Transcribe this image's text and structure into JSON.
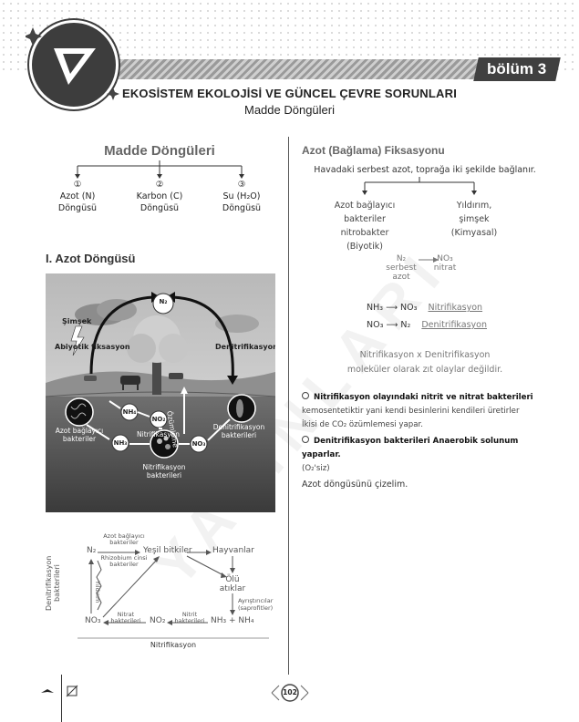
{
  "header": {
    "section_badge": "bölüm 3",
    "title": "EKOSİSTEM EKOLOJİSİ VE GÜNCEL ÇEVRE SORUNLARI",
    "subtitle": "Madde Döngüleri"
  },
  "left": {
    "heading": "Madde Döngüleri",
    "cycles": [
      {
        "num": "①",
        "line1": "Azot (N)",
        "line2": "Döngüsü"
      },
      {
        "num": "②",
        "line1": "Karbon (C)",
        "line2": "Döngüsü"
      },
      {
        "num": "③",
        "line1": "Su (H₂O)",
        "line2": "Döngüsü"
      }
    ],
    "section_title": "I.  Azot Döngüsü",
    "illustration": {
      "n2": "N₂",
      "lightning": "Şimşek",
      "abiotic": "Abiyotik fiksasyon",
      "denitrification": "Denitrifikasyon",
      "assimilation": "Özümleme",
      "nh4": "NH₄",
      "no2": "NO₂",
      "nh3": "NH₃",
      "no3": "NO₃",
      "fixing_bacteria": "Azot bağlayıcı bakteriler",
      "nitrification": "Nitrifikasyon",
      "denit_bacteria": "Denitrifikasyon bakterileri",
      "nitrif_bacteria": "Nitrifikasyon bakterileri"
    },
    "diagram": {
      "n2": "N₂",
      "fixing_bacteria": "Azot bağlayıcı bakteriler",
      "rhizobium": "Rhizobium cinsi bakteriler",
      "green_plants": "Yeşil bitkiler",
      "animals": "Hayvanlar",
      "dead": "Ölü atıklar",
      "lightning": "Yıldırım",
      "denit_bacteria": "Denitrifikasyon bakterileri",
      "decomposers": "Ayrıştırıcılar (saprofitler)",
      "no3": "NO₃",
      "no2": "NO₂",
      "nh3": "NH₃ + NH₄",
      "nitrate_bacteria": "Nitrat bakterileri",
      "nitrite_bacteria": "Nitrit bakterileri",
      "nitrification": "Nitrifikasyon"
    }
  },
  "right": {
    "heading": "Azot (Bağlama) Fiksasyonu",
    "intro": "Havadaki serbest azot, toprağa iki şekilde bağlanır.",
    "branch_left": [
      "Azot bağlayıcı",
      "bakteriler",
      "nitrobakter",
      "(Biyotik)"
    ],
    "branch_right": [
      "Yıldırım,",
      "şimşek",
      "(Kimyasal)"
    ],
    "n2_label": "N₂",
    "n2_sub": "serbest azot",
    "no3_label": "NO₃",
    "no3_sub": "nitrat",
    "eq1_left": "NH₃",
    "eq1_right": "NO₃",
    "eq1_name": "Nitrifikasyon",
    "eq2_left": "NO₃",
    "eq2_right": "N₂",
    "eq2_name": "Denitrifikasyon",
    "note1": "Nitrifikasyon x Denitrifikasyon",
    "note2": "moleküler olarak zıt olaylar değildir.",
    "bullet1_a": "Nitrifikasyon olayındaki nitrit ve nitrat bakterileri",
    "bullet1_b": "kemosentetiktir yani kendi besinlerini kendileri üretirler",
    "bullet1_c": "İkisi de CO₂ özümlemesi yapar.",
    "bullet2_a": "Denitrifikasyon bakterileri Anaerobik solunum yaparlar.",
    "bullet2_b": "(O₂'siz)",
    "draw_prompt": "Azot döngüsünü çizelim."
  },
  "footer": {
    "page_number": "102"
  }
}
